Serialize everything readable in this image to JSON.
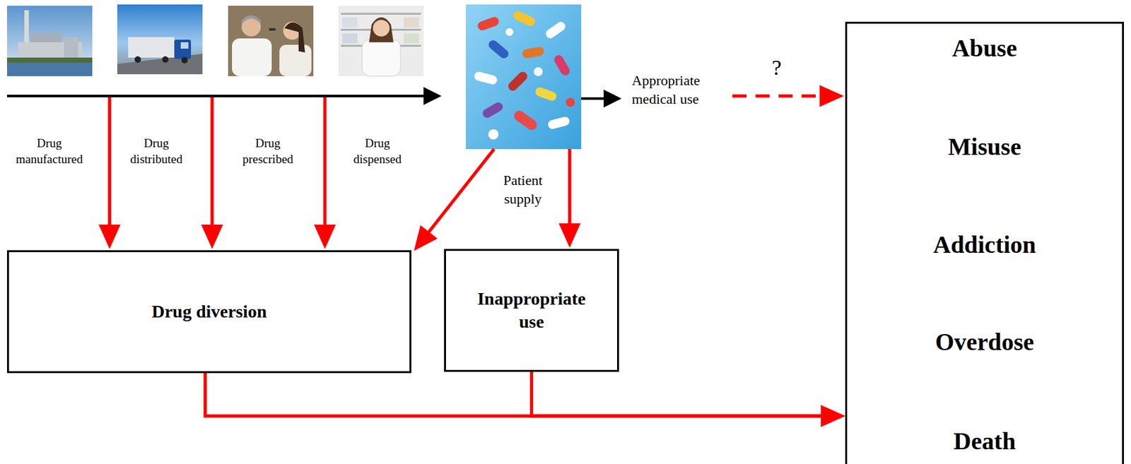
{
  "diagram": {
    "nodes": [
      {
        "text": [
          "Drug diversion"
        ]
      },
      {
        "text": [
          "Inappropriate use"
        ]
      },
      {
        "text": [
          "Abuse",
          "Misuse",
          "Addiction",
          "Overdose",
          "Death"
        ]
      }
    ],
    "edges": [
      {
        "from": 0,
        "to": 2,
        "arrow": "to"
      },
      {
        "from": 1,
        "to": 2,
        "arrow": "to"
      }
    ],
    "labels": [
      "Drug manufactured",
      "Drug distributed",
      "Drug prescribed",
      "Drug dispensed",
      "Patient supply",
      "Appropriate medical use",
      "?"
    ]
  }
}
